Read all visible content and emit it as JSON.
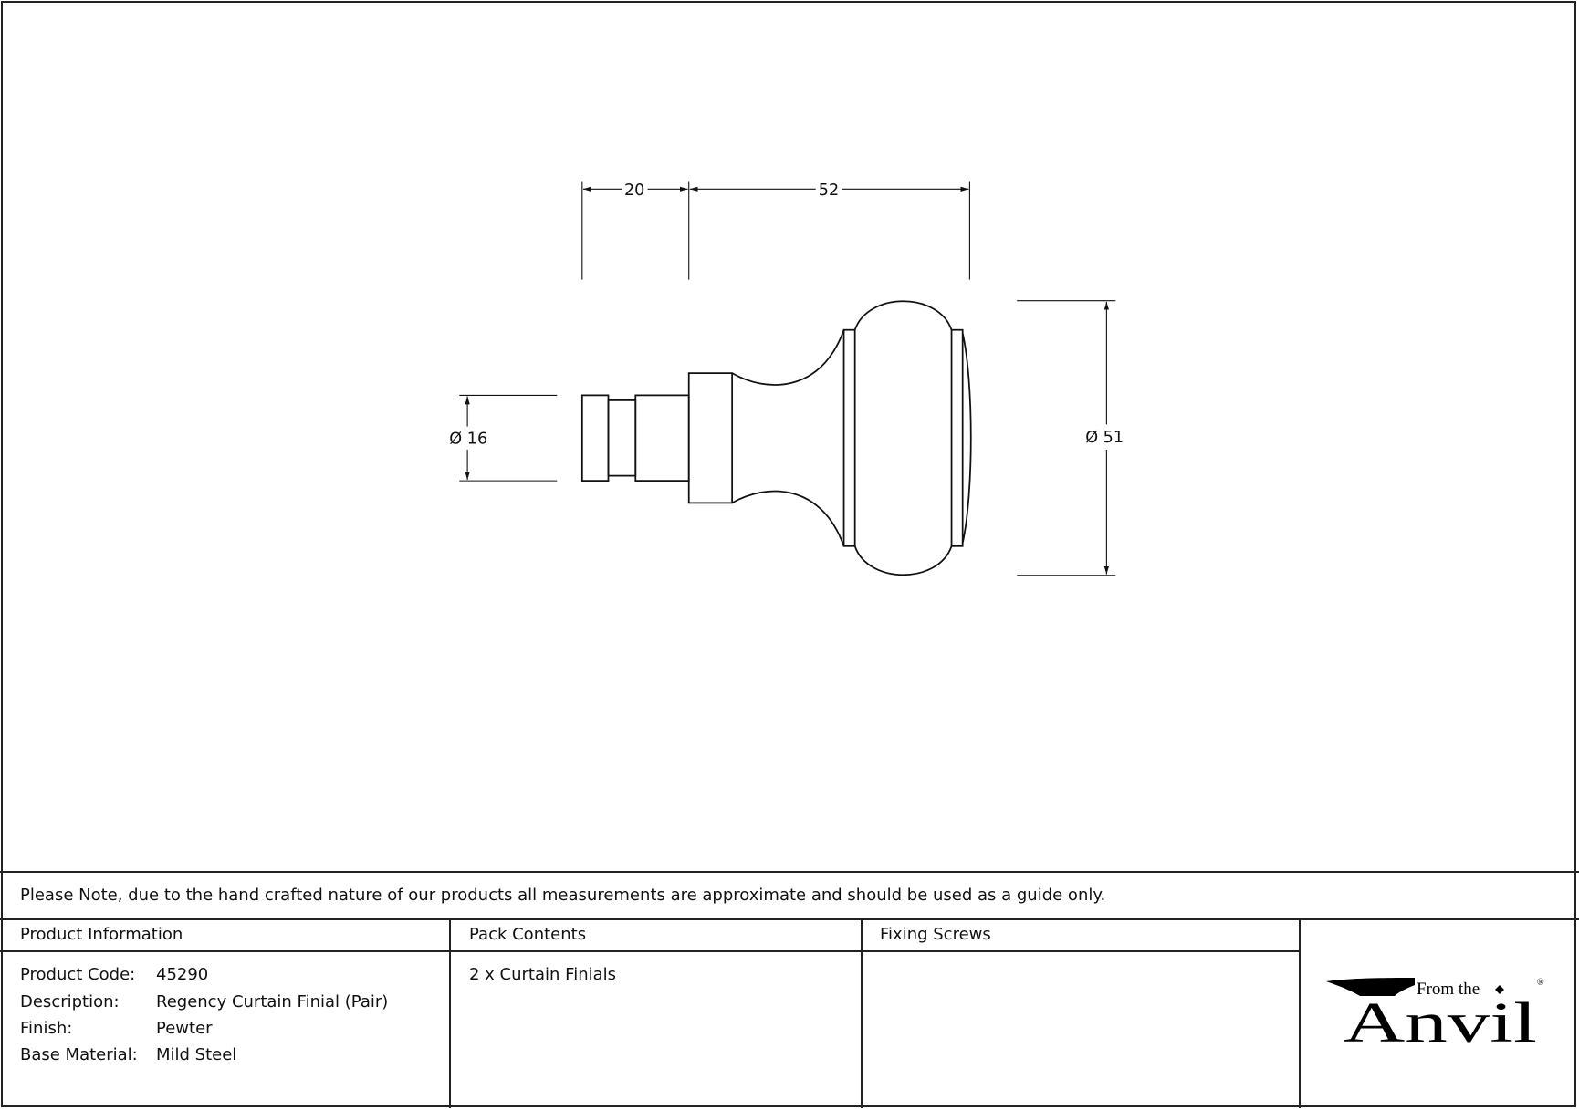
{
  "drawing": {
    "dim_shank_length": "20",
    "dim_head_length": "52",
    "dim_shank_diameter": "Ø 16",
    "dim_head_diameter": "Ø 51"
  },
  "note": "Please Note, due to the hand crafted nature of our products all measurements are approximate and should be used as a guide only.",
  "product_info": {
    "heading": "Product Information",
    "rows": [
      {
        "label": "Product Code:",
        "value": "45290"
      },
      {
        "label": "Description:",
        "value": "Regency Curtain Finial (Pair)"
      },
      {
        "label": "Finish:",
        "value": "Pewter"
      },
      {
        "label": "Base Material:",
        "value": "Mild Steel"
      }
    ]
  },
  "pack_contents": {
    "heading": "Pack Contents",
    "items": [
      "2 x Curtain Finials"
    ]
  },
  "fixing_screws": {
    "heading": "Fixing Screws"
  },
  "logo": {
    "text_small": "From the",
    "text_large": "Anvil",
    "mark": "®"
  }
}
